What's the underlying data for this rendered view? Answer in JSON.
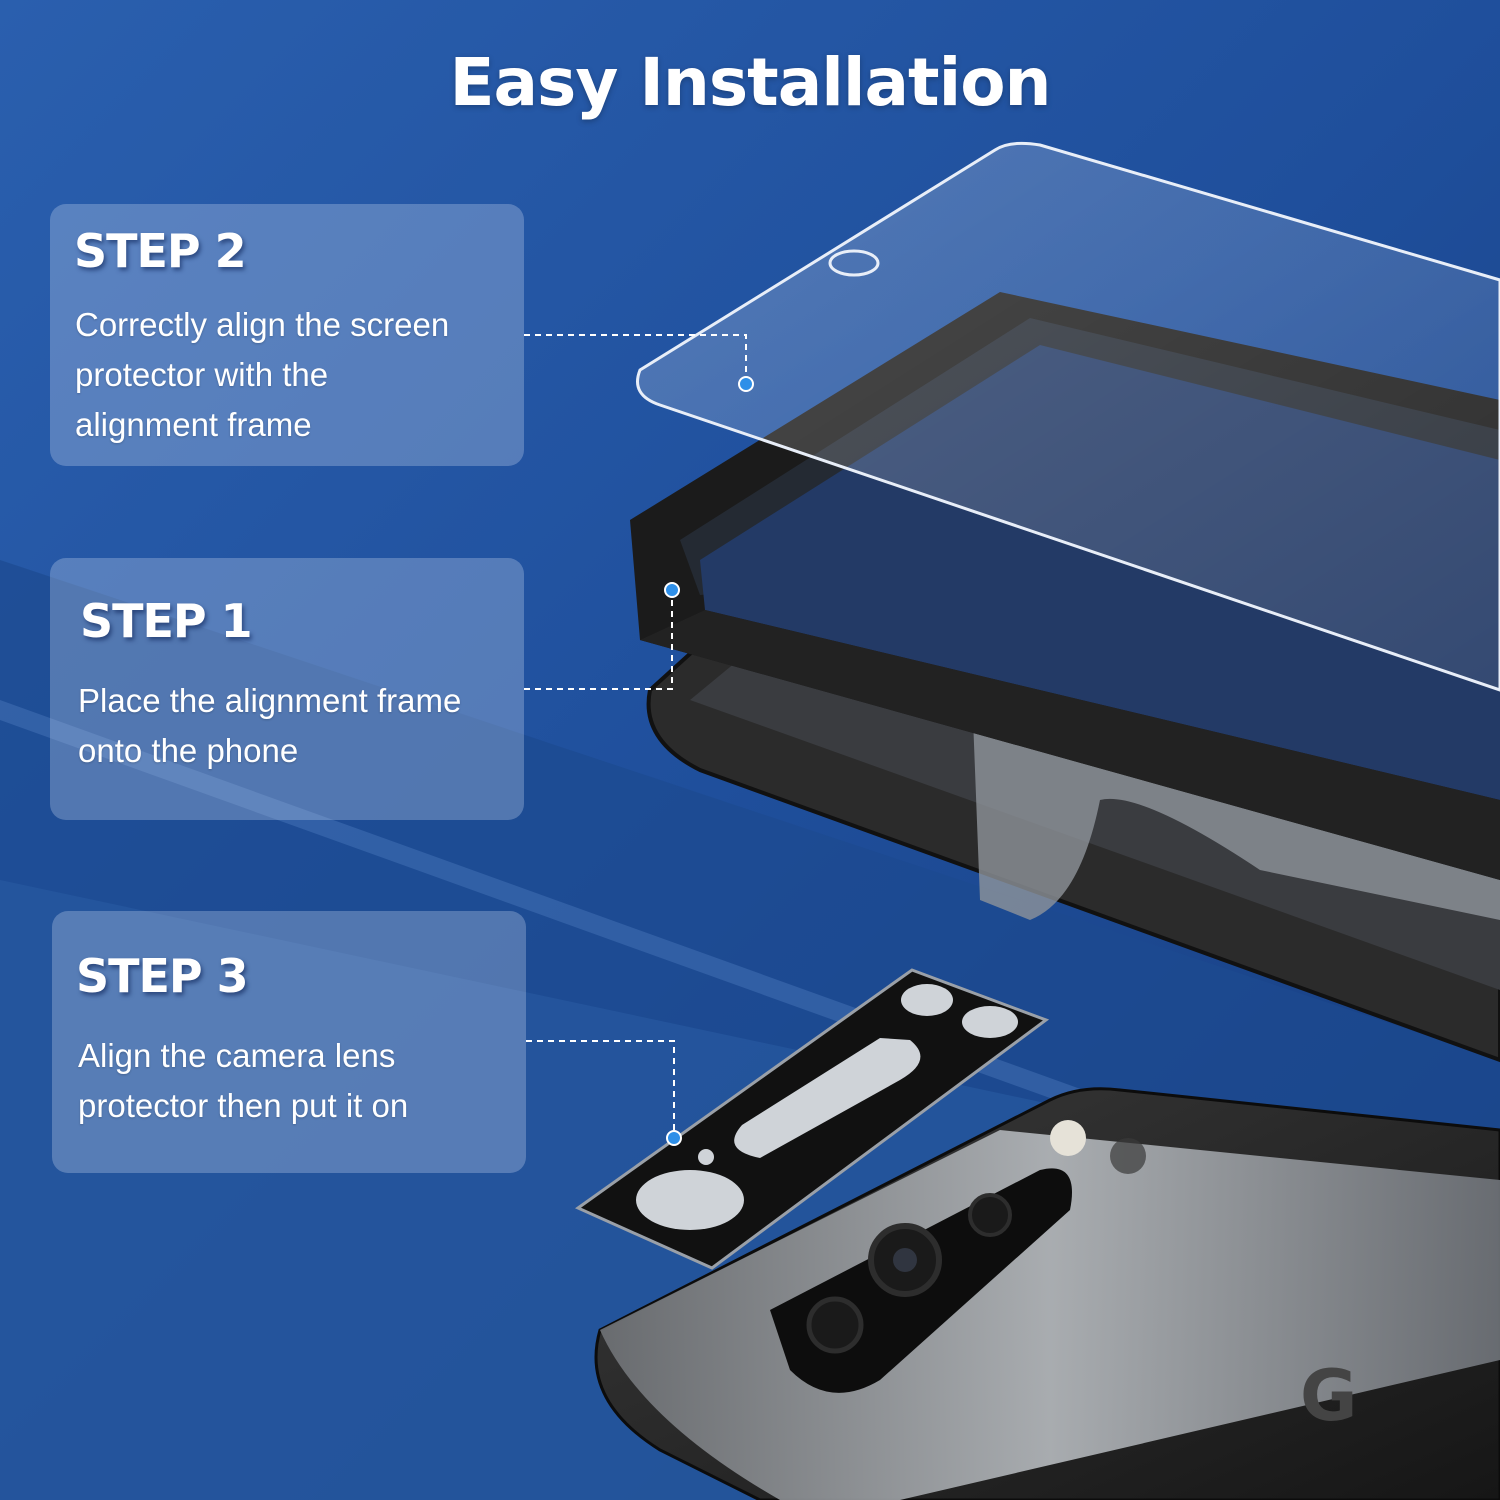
{
  "headline": "Easy Installation",
  "steps": [
    {
      "title": "STEP 2",
      "text": "Correctly align the screen\nprotector with the\nalignment frame"
    },
    {
      "title": "STEP 1",
      "text": "Place the alignment frame\nonto the phone"
    },
    {
      "title": "STEP 3",
      "text": "Align the camera lens\nprotector then put it on"
    }
  ],
  "colors": {
    "background": "#1f4f9c",
    "callout_dot": "#2e8fe8",
    "frame": "#1b1b1b",
    "phone": "#2a2a2a"
  }
}
